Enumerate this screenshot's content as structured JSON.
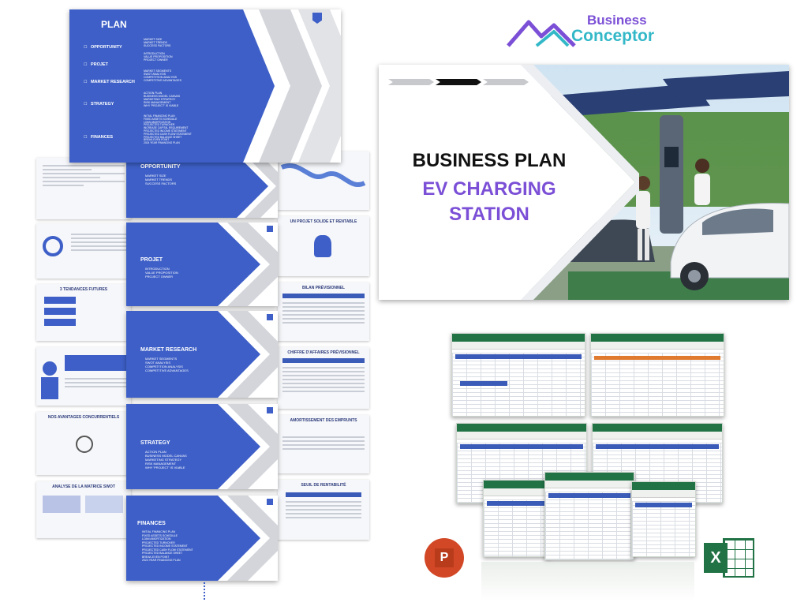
{
  "brand": {
    "line1": "Business",
    "line2": "Conceptor"
  },
  "hero": {
    "line1": "BUSINESS PLAN",
    "line2": "EV CHARGING",
    "line3": "STATION"
  },
  "plan_slide": {
    "title": "PLAN",
    "sections": [
      {
        "label": "OPPORTUNITY",
        "items": [
          "MARKET SIZE",
          "MARKET TRENDS",
          "SUCCESS FACTORS"
        ]
      },
      {
        "label": "PROJET",
        "items": [
          "INTRODUCTION",
          "VALUE PROPOSITION",
          "PROJECT OWNER"
        ]
      },
      {
        "label": "MARKET RESEARCH",
        "items": [
          "MARKET SEGMENTS",
          "SWOT ANALYSIS",
          "COMPETITION ANALYSIS",
          "COMPETITIVE ADVANTAGES"
        ]
      },
      {
        "label": "STRATEGY",
        "items": [
          "ACTION PLAN",
          "BUSINESS MODEL CANVAS",
          "MARKETING STRATEGY",
          "RISK MANAGEMENT",
          "WHY 'PROJECT' IS VIABLE"
        ]
      },
      {
        "label": "FINANCES",
        "items": [
          "INITIAL FINANCING PLAN",
          "FIXED ASSETS SCHEDULE",
          "LOAN AMORTIZATION",
          "PROJECTED TURNOVER",
          "INCREASE CAPITAL REQUIREMENT",
          "PROJECTED INCOME STATEMENT",
          "PROJECTED CASH FLOW STATEMENT",
          "PROJECTED BALANCE SHEET",
          "BREAK-EVEN POINT",
          "2024 YEAR FINANCING PLAN"
        ]
      }
    ]
  },
  "section_slides": [
    {
      "title": "OPPORTUNITY",
      "items": [
        "MARKET SIZE",
        "MARKET TRENDS",
        "SUCCESS FACTORS"
      ]
    },
    {
      "title": "PROJET",
      "items": [
        "INTRODUCTION",
        "VALUE PROPOSITION",
        "PROJECT OWNER"
      ]
    },
    {
      "title": "MARKET RESEARCH",
      "items": [
        "MARKET SEGMENTS",
        "SWOT ANALYSIS",
        "COMPETITION ANALYSIS",
        "COMPETITIVE ADVANTAGES"
      ]
    },
    {
      "title": "STRATEGY",
      "items": [
        "ACTION PLAN",
        "BUSINESS MODEL CANVAS",
        "MARKETING STRATEGY",
        "RISK MANAGEMENT",
        "WHY 'PROJECT' IS VIABLE"
      ]
    },
    {
      "title": "FINANCES",
      "items": [
        "INITIAL FINANCING PLAN",
        "FIXED ASSETS SCHEDULE",
        "LOAN AMORTIZATION",
        "PROJECTED TURNOVER",
        "PROJECTED INCOME STATEMENT",
        "PROJECTED CASH FLOW STATEMENT",
        "PROJECTED BALANCE SHEET",
        "BREAK-EVEN POINT",
        "2024 YEAR FINANCING PLAN"
      ]
    }
  ],
  "right_docs": [
    "UN PROJET SOLIDE ET RENTABLE",
    "BILAN PRÉVISIONNEL",
    "CHIFFRE D'AFFAIRES PRÉVISIONNEL",
    "AMORTISSEMENT DES EMPRUNTS",
    "SEUIL DE RENTABILITÉ"
  ],
  "left_docs": [
    "3 TENDANCES FUTURES",
    "NOS AVANTAGES CONCURRENTIELS",
    "ANALYSE DE LA MATRICE SWOT"
  ],
  "apps": {
    "powerpoint": "P",
    "excel": "X"
  },
  "colors": {
    "slide_blue": "#3d5fc7",
    "purple": "#7b4fd6",
    "teal": "#33b8c8",
    "excel_green": "#217346",
    "ppt_red": "#d24726"
  }
}
